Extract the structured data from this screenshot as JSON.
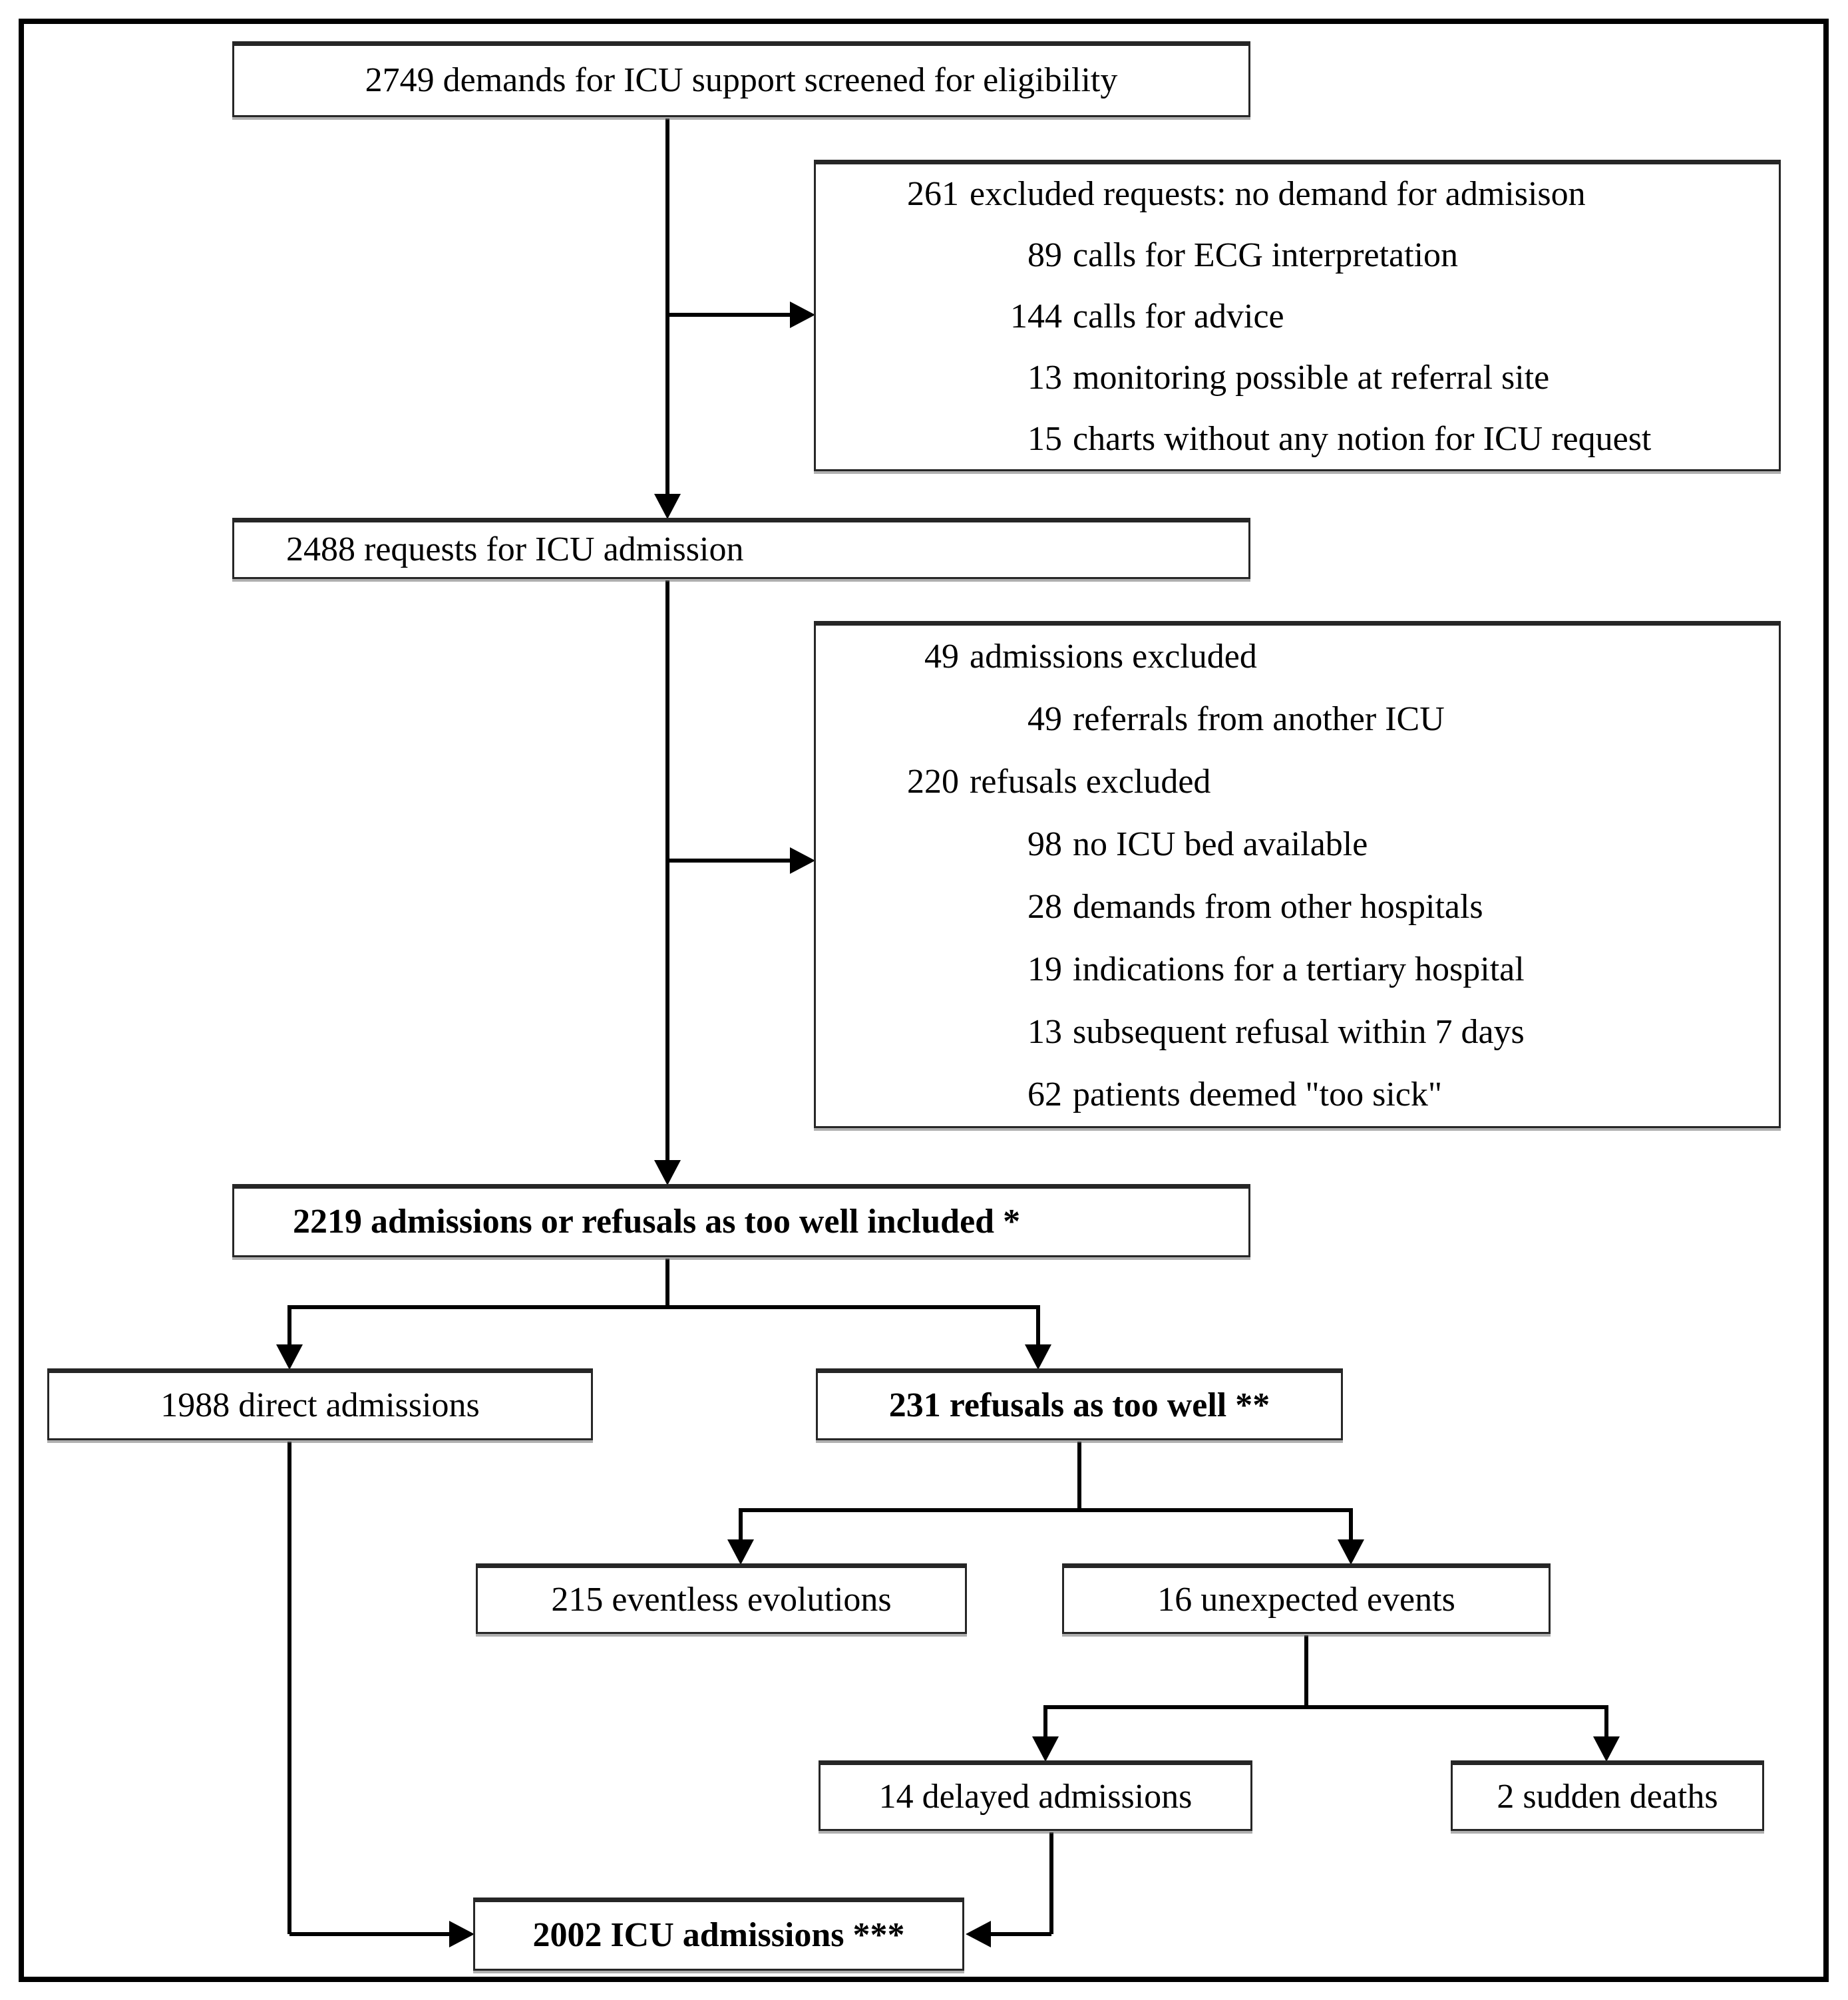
{
  "flowchart": {
    "top_box": {
      "text": "2749 demands for ICU support screened for eligibility"
    },
    "exclusion_box_1": {
      "lines": [
        {
          "num": "261",
          "label": "excluded requests: no demand for admisison",
          "indent": 1
        },
        {
          "num": "89",
          "label": "calls for ECG interpretation",
          "indent": 2
        },
        {
          "num": "144",
          "label": "calls for advice",
          "indent": 2
        },
        {
          "num": "13",
          "label": "monitoring possible at referral site",
          "indent": 2
        },
        {
          "num": "15",
          "label": "charts without any notion for ICU request",
          "indent": 2
        }
      ]
    },
    "requests_box": {
      "text": "2488 requests for ICU admission"
    },
    "exclusion_box_2": {
      "lines": [
        {
          "num": "49",
          "label": "admissions excluded",
          "indent": 1
        },
        {
          "num": "49",
          "label": "referrals from another ICU",
          "indent": 2
        },
        {
          "num": "220",
          "label": "refusals excluded",
          "indent": 1
        },
        {
          "num": "98",
          "label": "no ICU bed available",
          "indent": 2
        },
        {
          "num": "28",
          "label": "demands from other hospitals",
          "indent": 2
        },
        {
          "num": "19",
          "label": "indications for a tertiary hospital",
          "indent": 2
        },
        {
          "num": "13",
          "label": "subsequent refusal within 7 days",
          "indent": 2
        },
        {
          "num": "62",
          "label": "patients deemed \"too sick\"",
          "indent": 2
        }
      ]
    },
    "included_box": {
      "text": "2219 admissions or refusals as too well included *"
    },
    "direct_admissions_box": {
      "text": "1988 direct admissions"
    },
    "refusals_too_well_box": {
      "text": "231 refusals as too well **"
    },
    "eventless_box": {
      "text": "215 eventless evolutions"
    },
    "unexpected_box": {
      "text": "16 unexpected events"
    },
    "delayed_box": {
      "text": "14 delayed admissions"
    },
    "sudden_deaths_box": {
      "text": "2 sudden deaths"
    },
    "icu_admissions_box": {
      "text": "2002 ICU admissions ***"
    },
    "colors": {
      "line": "#000000",
      "box_border": "#262626",
      "background": "#ffffff"
    }
  }
}
